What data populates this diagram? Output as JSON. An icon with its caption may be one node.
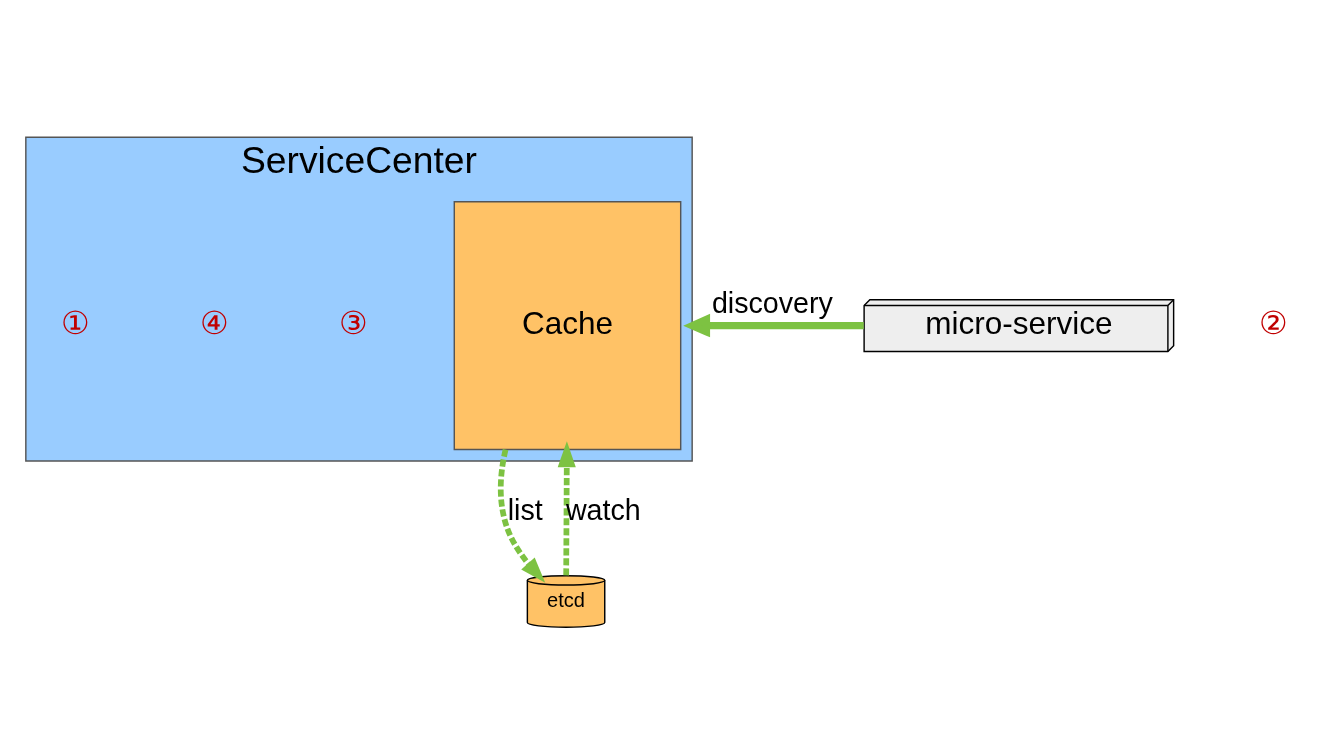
{
  "diagram": {
    "nodes": [
      {
        "text": [
          "ServiceCenter"
        ]
      },
      {
        "text": [
          "Cache"
        ],
        "in": 0
      },
      {
        "text": [
          "micro-service"
        ]
      },
      {
        "text": [
          "etcd"
        ]
      }
    ],
    "edges": [
      {
        "from": 2,
        "to": 0,
        "arrow": "to",
        "label": "discovery"
      },
      {
        "from": 1,
        "to": 3,
        "arrow": "to",
        "label": "list",
        "style": "dashed"
      },
      {
        "from": 3,
        "to": 1,
        "arrow": "to",
        "label": "watch",
        "style": "dashed"
      }
    ],
    "labels": [
      "③",
      "④",
      "①",
      "②"
    ]
  }
}
